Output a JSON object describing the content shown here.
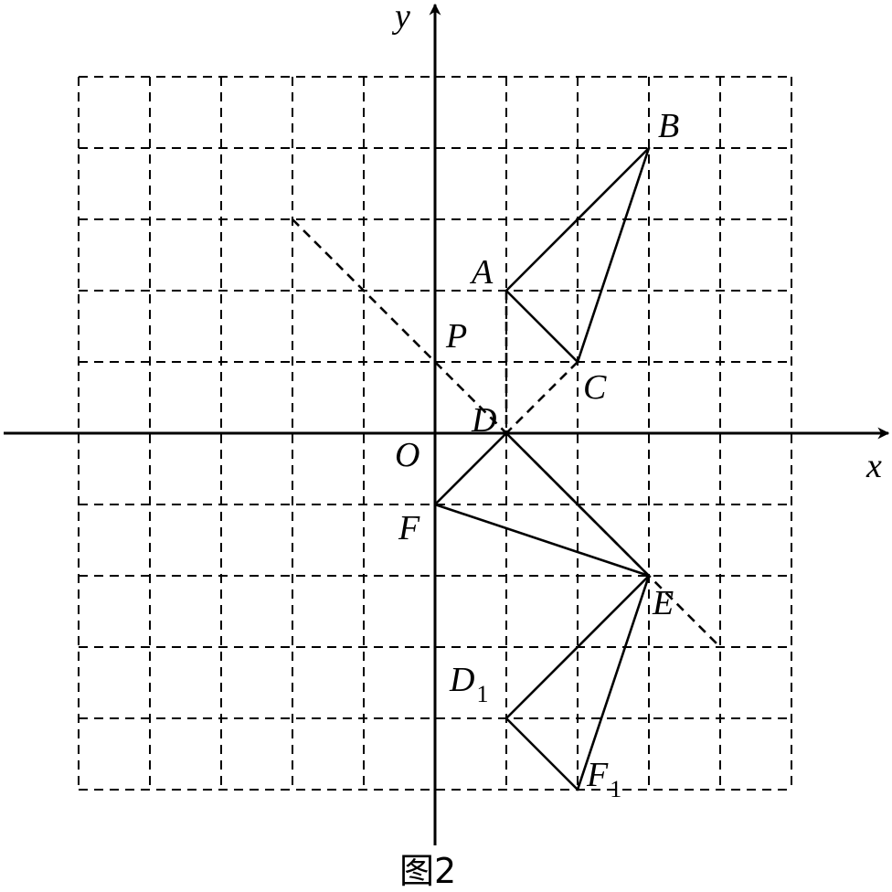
{
  "figure": {
    "caption": "图2",
    "axes": {
      "x_label": "x",
      "y_label": "y",
      "origin_label": "O",
      "grid_x_range": [
        -5,
        5
      ],
      "grid_y_range": [
        -5,
        5
      ]
    },
    "points": [
      {
        "id": "A",
        "label": "A",
        "x": 1,
        "y": 2
      },
      {
        "id": "B",
        "label": "B",
        "x": 3,
        "y": 4
      },
      {
        "id": "C",
        "label": "C",
        "x": 2,
        "y": 1
      },
      {
        "id": "D",
        "label": "D",
        "x": 1,
        "y": 0
      },
      {
        "id": "E",
        "label": "E",
        "x": 3,
        "y": -2
      },
      {
        "id": "F",
        "label": "F",
        "x": 0,
        "y": -1
      },
      {
        "id": "P",
        "label": "P",
        "x": 0,
        "y": 1
      },
      {
        "id": "D1",
        "label": "D",
        "subscript": "1",
        "x": 1,
        "y": -4
      },
      {
        "id": "F1",
        "label": "F",
        "subscript": "1",
        "x": 2,
        "y": -5
      }
    ],
    "solid_segments": [
      [
        "A",
        "B"
      ],
      [
        "B",
        "C"
      ],
      [
        "C",
        "A"
      ],
      [
        "D",
        "E"
      ],
      [
        "E",
        "F"
      ],
      [
        "F",
        "D"
      ],
      [
        "D1",
        "E"
      ],
      [
        "E",
        "F1"
      ],
      [
        "F1",
        "D1"
      ]
    ],
    "dashed_segments": [
      {
        "from": [
          -2,
          3
        ],
        "to": [
          4,
          -3
        ]
      },
      {
        "from": [
          1,
          2
        ],
        "to": [
          1,
          0
        ]
      },
      {
        "from": [
          2,
          1
        ],
        "to": [
          1,
          0
        ]
      }
    ]
  }
}
